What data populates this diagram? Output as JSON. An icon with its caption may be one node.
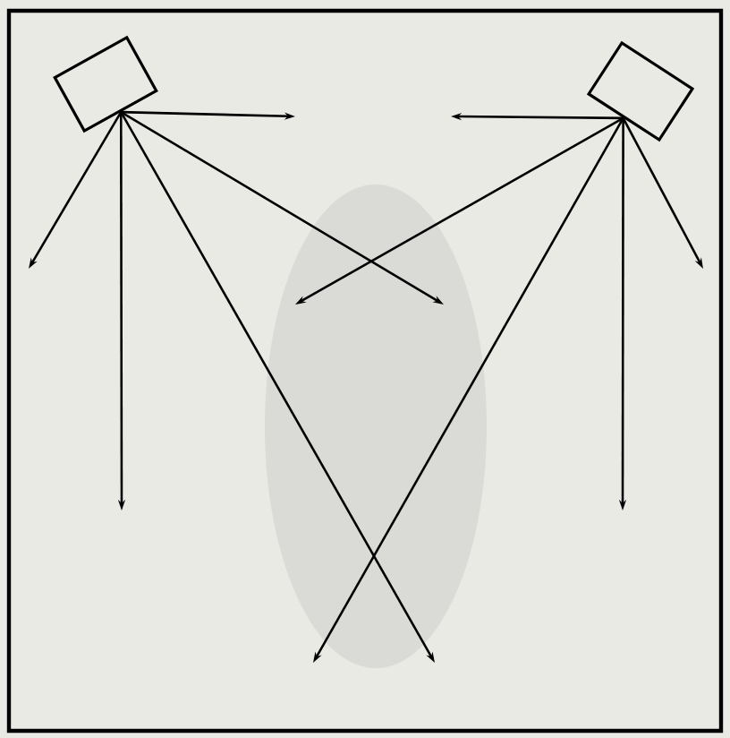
{
  "diagram": {
    "nodes": [
      {
        "text": [],
        "shape": "box"
      },
      {
        "text": [],
        "shape": "box"
      }
    ],
    "edges": [
      {
        "from": 0,
        "to": null,
        "arrow": "to"
      },
      {
        "from": 0,
        "to": null,
        "arrow": "to"
      },
      {
        "from": 0,
        "to": null,
        "arrow": "to"
      },
      {
        "from": 0,
        "to": null,
        "arrow": "to"
      },
      {
        "from": 0,
        "to": null,
        "arrow": "to"
      },
      {
        "from": 1,
        "to": null,
        "arrow": "to"
      },
      {
        "from": 1,
        "to": null,
        "arrow": "to"
      },
      {
        "from": 1,
        "to": null,
        "arrow": "to"
      },
      {
        "from": 1,
        "to": null,
        "arrow": "to"
      },
      {
        "from": 1,
        "to": null,
        "arrow": "to"
      }
    ]
  }
}
